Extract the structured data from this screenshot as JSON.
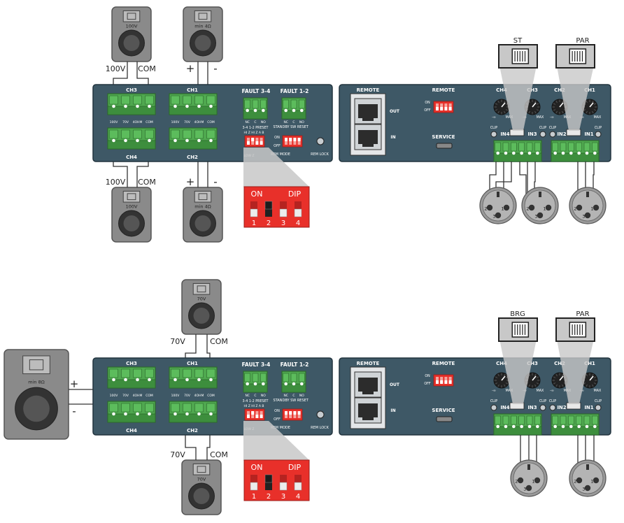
{
  "diagram_top": {
    "speaker_labels": {
      "sp_top_left": "100V",
      "sp_top_right": "min 4Ω",
      "sp_bot_left": "100V",
      "sp_bot_right": "min 4Ω"
    },
    "wire_labels": {
      "top_left": [
        "100V",
        "COM"
      ],
      "top_right": [
        "+",
        "-"
      ],
      "bot_left": [
        "100V",
        "COM"
      ],
      "bot_right": [
        "+",
        "-"
      ]
    },
    "switch_labels": [
      "ST",
      "PAR"
    ],
    "dip_zoom": {
      "on": "ON",
      "dip": "DIP",
      "numbers": [
        "1",
        "2",
        "3",
        "4"
      ],
      "states": [
        "off",
        "on",
        "off",
        "off"
      ]
    }
  },
  "diagram_bottom": {
    "speaker_labels": {
      "sp_top": "70V",
      "sp_bottom": "70V",
      "sp_left": "min 8Ω"
    },
    "wire_labels": {
      "top": [
        "70V",
        "COM"
      ],
      "bottom": [
        "70V",
        "COM"
      ],
      "left": [
        "+",
        "-"
      ]
    },
    "switch_labels": [
      "BRG",
      "PAR"
    ],
    "dip_zoom": {
      "on": "ON",
      "dip": "DIP",
      "numbers": [
        "1",
        "2",
        "3",
        "4"
      ],
      "states": [
        "off",
        "on",
        "off",
        "off"
      ]
    }
  },
  "front_panel": {
    "ch_top_left": "CH3",
    "ch_top_right": "CH1",
    "ch_bot_left": "CH4",
    "ch_bot_right": "CH2",
    "term_labels": [
      "100V",
      "70V",
      "4OHM",
      "COM"
    ],
    "fault_left": "FAULT 3-4",
    "fault_right": "FAULT 1-2",
    "fault_pins": [
      "NC",
      "C",
      "NO"
    ],
    "preset_row1": "3-4  1-2  PRESET",
    "preset_row2": "HI Z  HI Z  A  B",
    "standby": "STANDBY",
    "sw_reset": "SW RESET",
    "on": "ON",
    "off": "OFF",
    "rem_mode": "REM MODE",
    "rem_lock": "REM LOCK",
    "low_z": "LOW Z"
  },
  "back_panel": {
    "remote": "REMOTE",
    "out": "OUT",
    "in": "IN",
    "remote2": "REMOTE",
    "on": "ON",
    "off": "OFF",
    "service": "SERVICE",
    "knobs": [
      "CH4",
      "CH3",
      "CH2",
      "CH1"
    ],
    "min_label": "-∞",
    "max_label": "MAX",
    "clip": "CLIP",
    "inputs": [
      "IN4",
      "IN3",
      "IN2",
      "IN1"
    ]
  },
  "colors": {
    "panel": "#3e5866",
    "panel_border": "#22343e",
    "terminal": "#4fa84f",
    "dip": "#e8302a",
    "speaker": "#8a8a8a",
    "wire": "#333333"
  },
  "icons": [
    "speaker-icon",
    "xlr-connector-icon",
    "rj45-port-icon",
    "knob-icon",
    "dip-switch-icon",
    "terminal-block-icon",
    "usb-service-port-icon",
    "slide-switch-icon"
  ]
}
